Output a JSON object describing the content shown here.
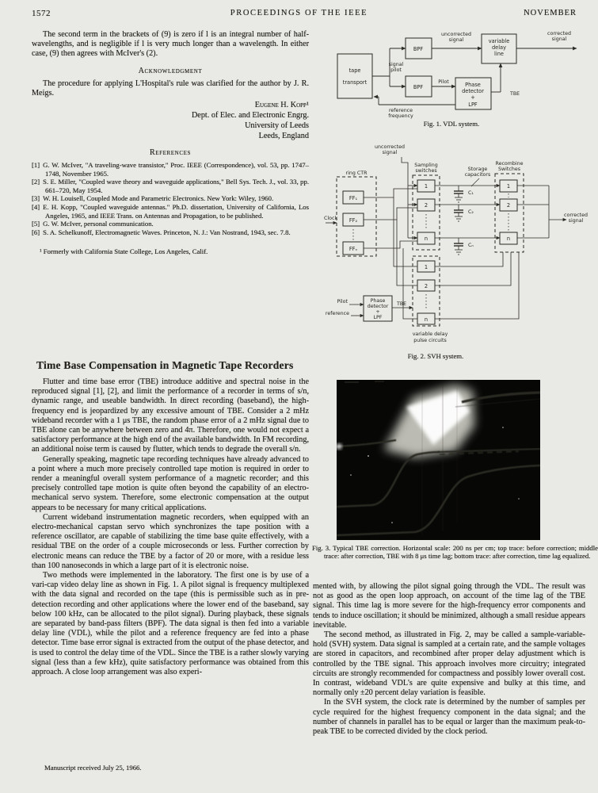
{
  "header": {
    "page_number": "1572",
    "journal": "PROCEEDINGS OF THE IEEE",
    "month": "NOVEMBER"
  },
  "article1": {
    "para": "The second term in the brackets of (9) is zero if l is an integral number of half-wavelengths, and is negligible if l is very much longer than a wavelength. In either case, (9) then agrees with McIver's (2).",
    "ack_heading": "Acknowledgment",
    "ack_text": "The procedure for applying L'Hospital's rule was clarified for the author by J. R. Meigs.",
    "signature": [
      "Eugene H. Kopp¹",
      "Dept. of Elec. and Electronic Engrg.",
      "University of Leeds",
      "Leeds, England"
    ],
    "ref_heading": "References",
    "references": [
      {
        "num": "[1]",
        "text": "G. W. McIver, \"A traveling-wave transistor,\" Proc. IEEE (Correspondence), vol. 53, pp. 1747–1748, November 1965."
      },
      {
        "num": "[2]",
        "text": "S. E. Miller, \"Coupled wave theory and waveguide applications,\" Bell Sys. Tech. J., vol. 33, pp. 661–720, May 1954."
      },
      {
        "num": "[3]",
        "text": "W. H. Louisell, Coupled Mode and Parametric Electronics. New York: Wiley, 1960."
      },
      {
        "num": "[4]",
        "text": "E. H. Kopp, \"Coupled waveguide antennas.\" Ph.D. dissertation, University of California, Los Angeles, 1965, and IEEE Trans. on Antennas and Propagation, to be published."
      },
      {
        "num": "[5]",
        "text": "G. W. McIver, personal communication."
      },
      {
        "num": "[6]",
        "text": "S. A. Schelkunoff, Electromagnetic Waves. Princeton, N. J.: Van Nostrand, 1943, sec. 7.8."
      }
    ],
    "footnote": "¹ Formerly with California State College, Los Angeles, Calif."
  },
  "article2": {
    "title": "Time Base Compensation in Magnetic Tape Recorders",
    "paragraphs": [
      "Flutter and time base error (TBE) introduce additive and spectral noise in the reproduced signal [1], [2], and limit the performance of a recorder in terms of s/n, dynamic range, and useable bandwidth. In direct recording (baseband), the high-frequency end is jeopardized by any excessive amount of TBE. Consider a 2 mHz wideband recorder with a 1 μs TBE, the random phase error of a 2 mHz signal due to TBE alone can be anywhere between zero and 4π. Therefore, one would not expect a satisfactory performance at the high end of the available bandwidth. In FM recording, an additional noise term is caused by flutter, which tends to degrade the overall s/n.",
      "Generally speaking, magnetic tape recording techniques have already advanced to a point where a much more precisely controlled tape motion is required in order to render a meaningful overall system performance of a magnetic recorder; and this precisely controlled tape motion is quite often beyond the capability of an electro-mechanical servo system. Therefore, some electronic compensation at the output appears to be necessary for many critical applications.",
      "Current wideband instrumentation magnetic recorders, when equipped with an electro-mechanical capstan servo which synchronizes the tape position with a reference oscillator, are capable of stabilizing the time base quite effectively, with a residual TBE on the order of a couple microseconds or less. Further correction by electronic means can reduce the TBE by a factor of 20 or more, with a residue less than 100 nanoseconds in which a large part of it is electronic noise.",
      "Two methods were implemented in the laboratory. The first one is by use of a vari-cap video delay line as shown in Fig. 1. A pilot signal is frequency multiplexed with the data signal and recorded on the tape (this is permissible such as in pre-detection recording and other applications where the lower end of the baseband, say below 100 kHz, can be allocated to the pilot signal). During playback, these signals are separated by band-pass filters (BPF). The data signal is then fed into a variable delay line (VDL), while the pilot and a reference frequency are fed into a phase detector. Time base error signal is extracted from the output of the phase detector, and is used to control the delay time of the VDL. Since the TBE is a rather slowly varying signal (less than a few kHz), quite satisfactory performance was obtained from this approach. A close loop arrangement was also experi-"
    ],
    "right_paragraphs": [
      "mented with, by allowing the pilot signal going through the VDL. The result was not as good as the open loop approach, on account of the time lag of the TBE signal. This time lag is more severe for the high-frequency error components and tends to induce oscillation; it should be minimized, although a small residue appears inevitable.",
      "The second method, as illustrated in Fig. 2, may be called a sample-variable-hold (SVH) system. Data signal is sampled at a certain rate, and the sample voltages are stored in capacitors, and recombined after proper delay adjustment which is controlled by the TBE signal. This approach involves more circuitry; integrated circuits are strongly recommended for compactness and possibly lower overall cost. In contrast, wideband VDL's are quite expensive and bulky at this time, and normally only ±20 percent delay variation is feasible.",
      "In the SVH system, the clock rate is determined by the number of samples per cycle required for the highest frequency component in the data signal; and the number of channels in parallel has to be equal or larger than the maximum peak-to-peak TBE to be corrected divided by the clock period."
    ],
    "manuscript_note": "Manuscript received July 25, 1966."
  },
  "fig1": {
    "caption": "Fig. 1.   VDL system.",
    "labels": {
      "tape1": "tape",
      "tape2": "transport",
      "bpf_top": "BPF",
      "bpf_bottom": "BPF",
      "vdl1": "variable",
      "vdl2": "delay",
      "vdl3": "line",
      "pd1": "Phase",
      "pd2": "detector",
      "pd3": "+",
      "pd4": "LPF",
      "sig1": "signal",
      "sig2": "pilot",
      "unc1": "uncorrected",
      "unc2": "signal",
      "cor1": "corrected",
      "cor2": "signal",
      "pilot": "Pilot",
      "tbe": "TBE",
      "ref1": "reference",
      "ref2": "frequency"
    }
  },
  "fig2": {
    "caption": "Fig. 2.   SVH system.",
    "labels": {
      "unc1": "uncorrected",
      "unc2": "signal",
      "ring": "ring CTR",
      "clock": "Clock",
      "ff1": "FF₁",
      "ff2": "FF₂",
      "ffn": "FFₙ",
      "samp1": "Sampling",
      "samp2": "switches",
      "stor1": "Storage",
      "stor2": "capacitors",
      "rec1": "Recombine",
      "rec2": "Switches",
      "c1": "C₁",
      "c2": "C₂",
      "cn": "Cₙ",
      "s1": "1",
      "s2": "2",
      "sn": "n",
      "r1": "1",
      "r2": "2",
      "rn": "n",
      "v1": "1",
      "v2": "2",
      "vn": "n",
      "cor1": "corrected",
      "cor2": "signal",
      "pilot": "Pilot",
      "reference": "reference",
      "pd1": "Phase",
      "pd2": "detector",
      "pd3": "+",
      "pd4": "LPF",
      "tbe": "TBE",
      "vd1": "variable delay",
      "vd2": "pulse circuits"
    }
  },
  "fig3": {
    "caption": "Fig. 3.   Typical TBE correction. Horizontal scale: 200 ns per cm; top trace: before correction; middle trace: after correction, TBE with 8 μs time lag; bottom trace: after correction, time lag equalized."
  }
}
